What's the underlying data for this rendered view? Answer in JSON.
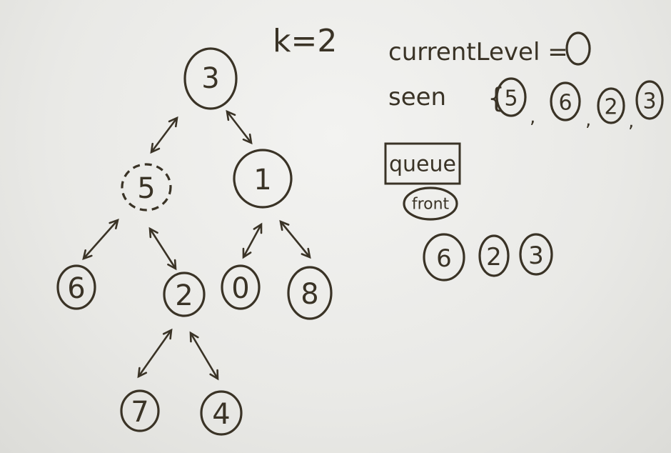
{
  "k_label": "k=2",
  "current_level": {
    "text": "currentLevel =",
    "value": "0"
  },
  "seen": {
    "label": "seen",
    "brace": "{",
    "items": [
      "5",
      "6",
      "2",
      "3"
    ]
  },
  "queue": {
    "label": "queue",
    "front_label": "front",
    "items": [
      "6",
      "2",
      "3"
    ]
  },
  "tree": {
    "nodes": {
      "n3": "3",
      "n5": "5",
      "n1": "1",
      "n6": "6",
      "n2": "2",
      "n0": "0",
      "n8": "8",
      "n7": "7",
      "n4": "4"
    }
  },
  "colors": {
    "ink": "#3a3326",
    "board": "#eeeeec"
  }
}
